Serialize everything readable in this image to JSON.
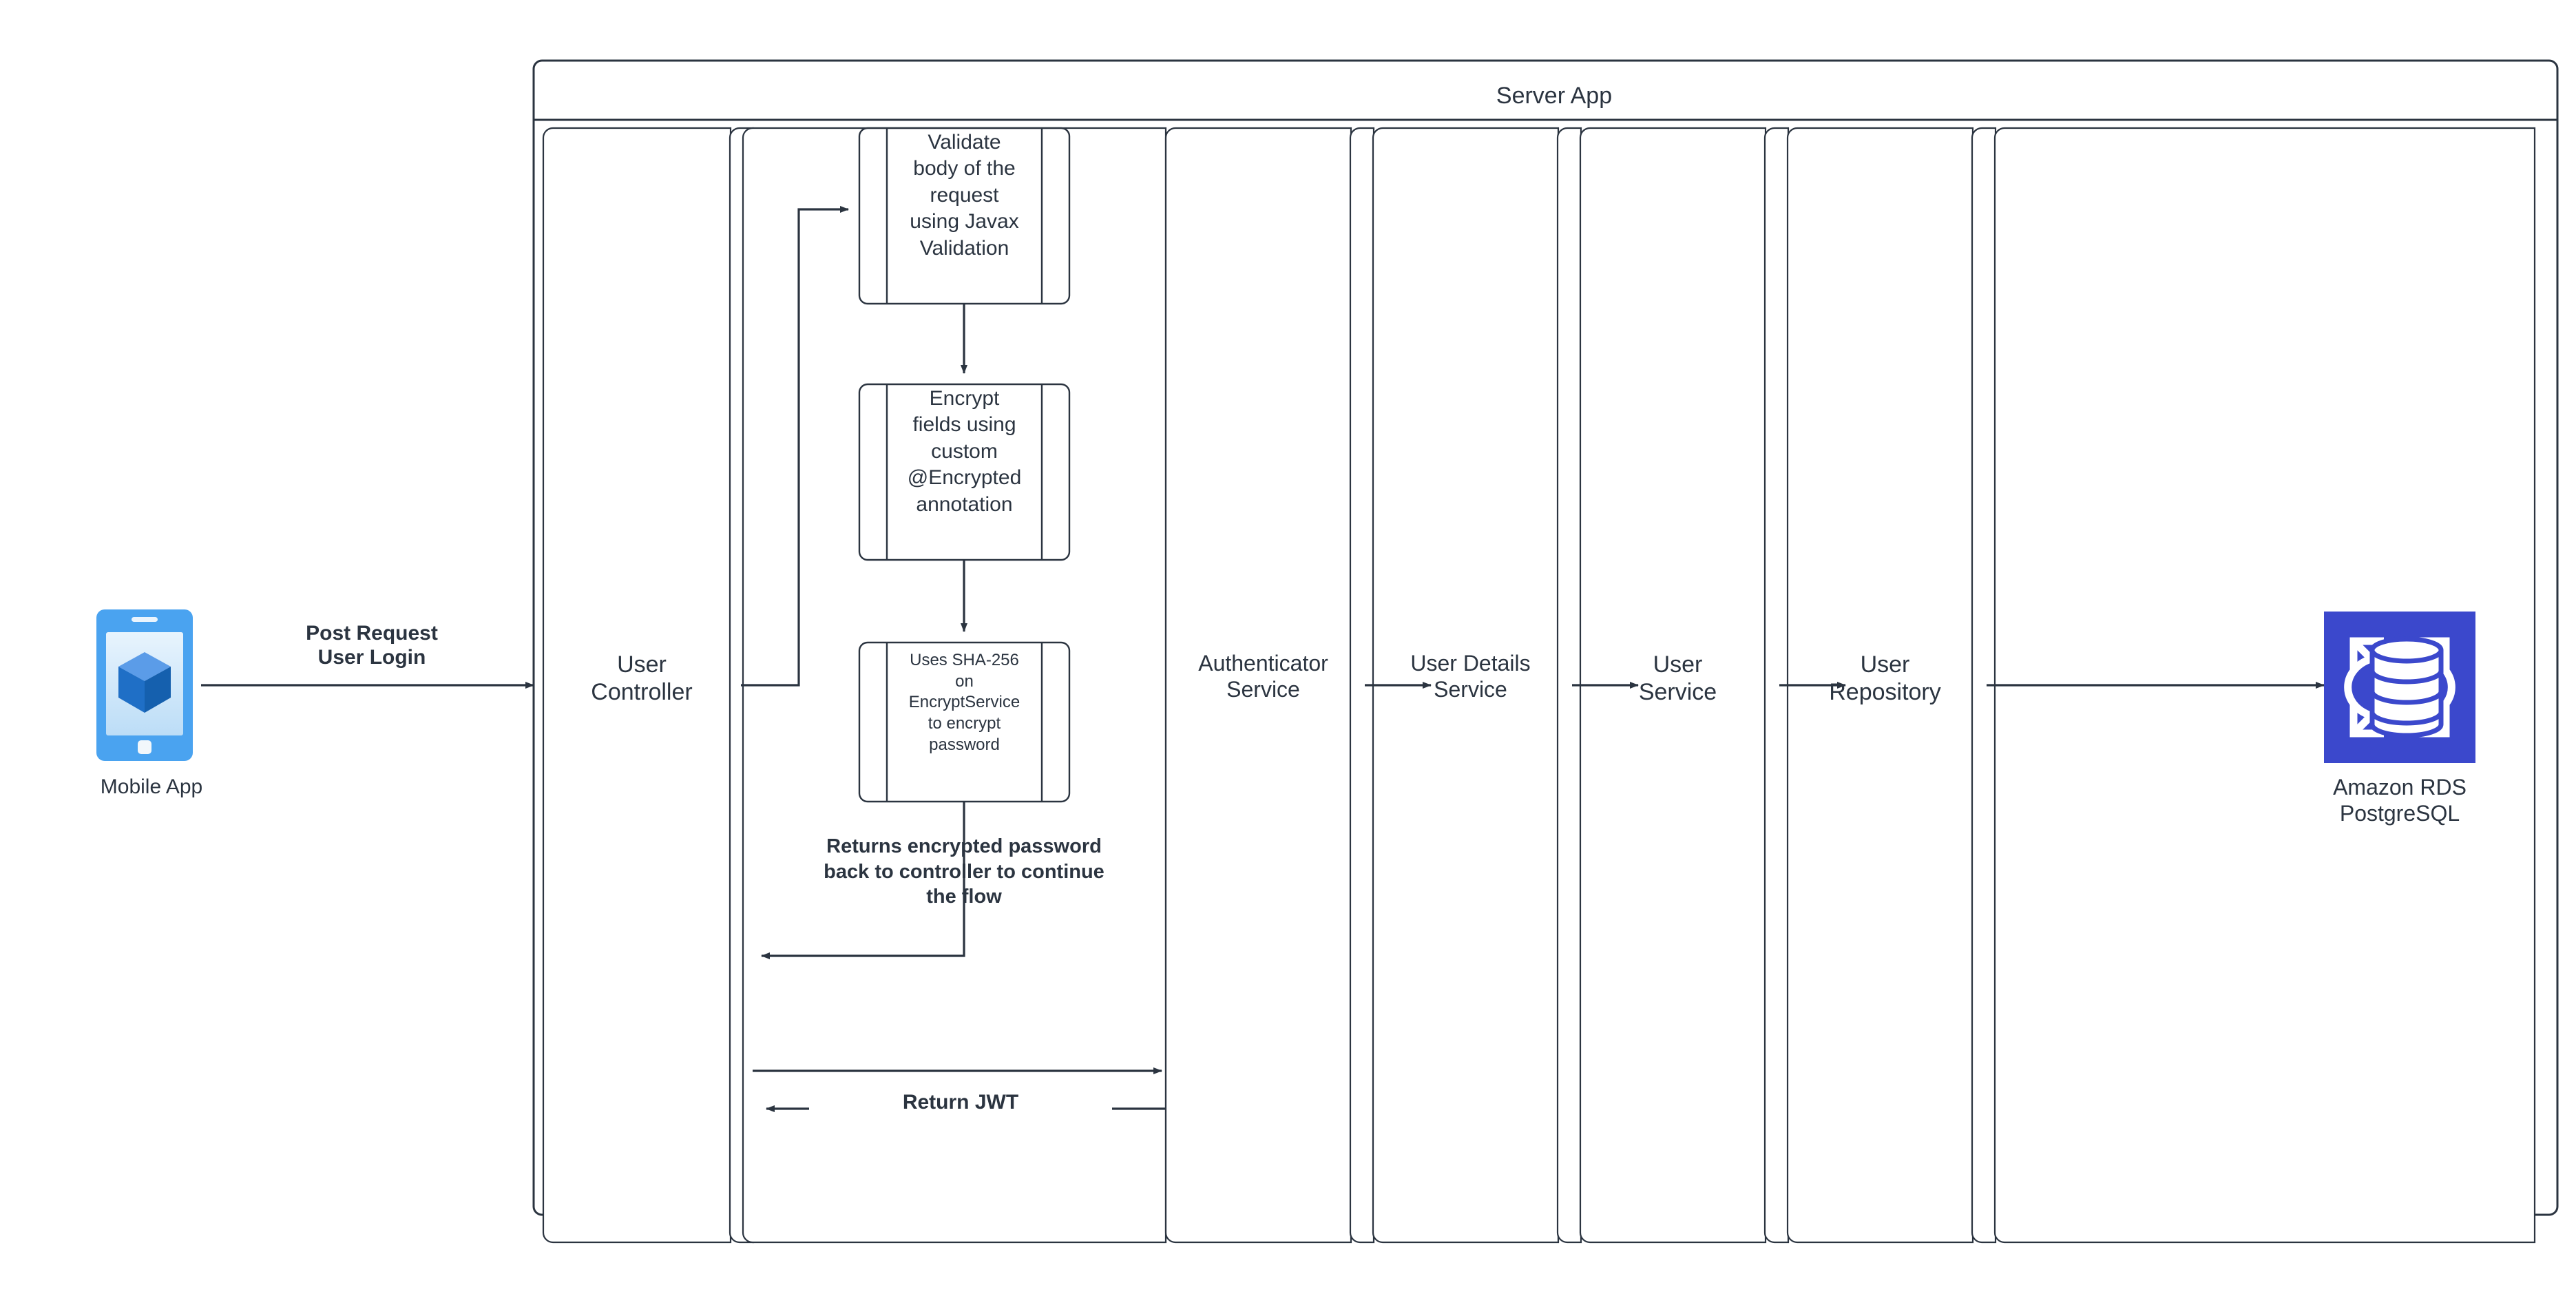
{
  "diagram": {
    "title": "Server App",
    "type": "swimlane-sequence-diagram",
    "background": "#ffffff",
    "stroke_color": "#2b3440",
    "container": {
      "label": "Server App"
    },
    "external_nodes": [
      {
        "id": "mobile-app",
        "label": "Mobile App",
        "icon": "mobile-phone-icon",
        "colors": {
          "body": "#4aa3f0",
          "screen_top": "#dff0fb",
          "screen_bottom": "#b8dcf7",
          "cube_light": "#4a90e2",
          "cube_mid": "#1a6fc4",
          "cube_dark": "#1565b8"
        }
      },
      {
        "id": "amazon-rds",
        "label": "Amazon RDS\nPostgreSQL",
        "icon": "amazon-rds-icon",
        "colors": {
          "tile": "#3b48cc",
          "glyph": "#ffffff"
        }
      }
    ],
    "lanes": [
      {
        "id": "user-controller",
        "label": "User\nController"
      },
      {
        "id": "controller-gap",
        "label": ""
      },
      {
        "id": "internal-steps",
        "label": ""
      },
      {
        "id": "authenticator-service",
        "label": "Authenticator\nService"
      },
      {
        "id": "auth-gap",
        "label": ""
      },
      {
        "id": "user-details-service",
        "label": "User Details\nService"
      },
      {
        "id": "details-gap",
        "label": ""
      },
      {
        "id": "user-service",
        "label": "User\nService"
      },
      {
        "id": "service-gap",
        "label": ""
      },
      {
        "id": "user-repository",
        "label": "User\nRepository"
      },
      {
        "id": "repository-gap",
        "label": ""
      },
      {
        "id": "database-lane",
        "label": ""
      }
    ],
    "process_boxes": [
      {
        "id": "validate-body",
        "label": "Validate\nbody of the\nrequest\nusing Javax\nValidation",
        "shape": "predefined-process"
      },
      {
        "id": "encrypt-fields",
        "label": "Encrypt\nfields using\ncustom\n@Encrypted\nannotation",
        "shape": "predefined-process"
      },
      {
        "id": "sha-256-encrypt",
        "label": "Uses SHA-256\non\nEncryptService\nto encrypt\npassword",
        "shape": "predefined-process"
      }
    ],
    "edge_labels": [
      {
        "id": "post-request",
        "label": "Post Request\nUser Login",
        "bold": true
      },
      {
        "id": "returns-encrypted-password",
        "label": "Returns encrypted password\nback to controller to continue\nthe flow",
        "bold": true
      },
      {
        "id": "return-jwt",
        "label": "Return JWT",
        "bold": true
      }
    ]
  }
}
